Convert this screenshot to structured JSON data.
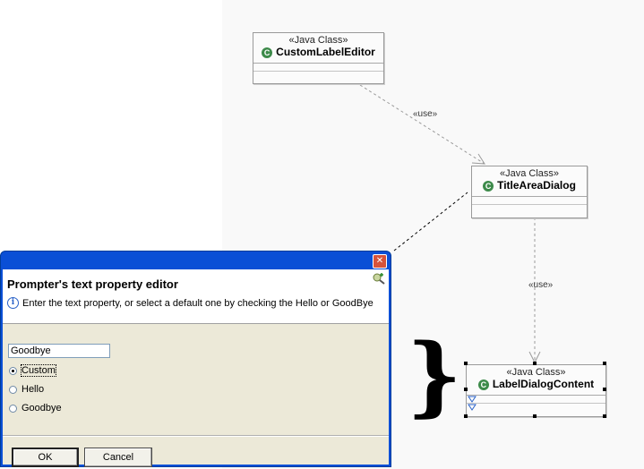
{
  "diagram": {
    "classes": [
      {
        "id": "custom-label-editor",
        "stereotype": "«Java Class»",
        "name": "CustomLabelEditor",
        "icon": "class-c-icon"
      },
      {
        "id": "title-area-dialog",
        "stereotype": "«Java Class»",
        "name": "TitleAreaDialog",
        "icon": "class-c-icon"
      },
      {
        "id": "label-dialog-content",
        "stereotype": "«Java Class»",
        "name": "LabelDialogContent",
        "icon": "class-c-icon"
      }
    ],
    "edges": [
      {
        "from": "CustomLabelEditor",
        "to": "TitleAreaDialog",
        "label": "«use»"
      },
      {
        "from": "TitleAreaDialog",
        "to": "LabelDialogContent",
        "label": "«use»"
      }
    ]
  },
  "dialog": {
    "title": "Prompter's text property editor",
    "message": "Enter the text property, or select a default one by checking the Hello or GoodBye",
    "close_glyph": "✕",
    "info_glyph": "i",
    "input_value": "Goodbye",
    "radios": [
      {
        "label": "Custom",
        "selected": true
      },
      {
        "label": "Hello",
        "selected": false
      },
      {
        "label": "Goodbye",
        "selected": false
      }
    ],
    "ok_label": "OK",
    "cancel_label": "Cancel"
  },
  "colors": {
    "titlebar": "#0a4fd6",
    "dialog_body": "#ece9d8",
    "class_icon": "#3d8a4a"
  }
}
